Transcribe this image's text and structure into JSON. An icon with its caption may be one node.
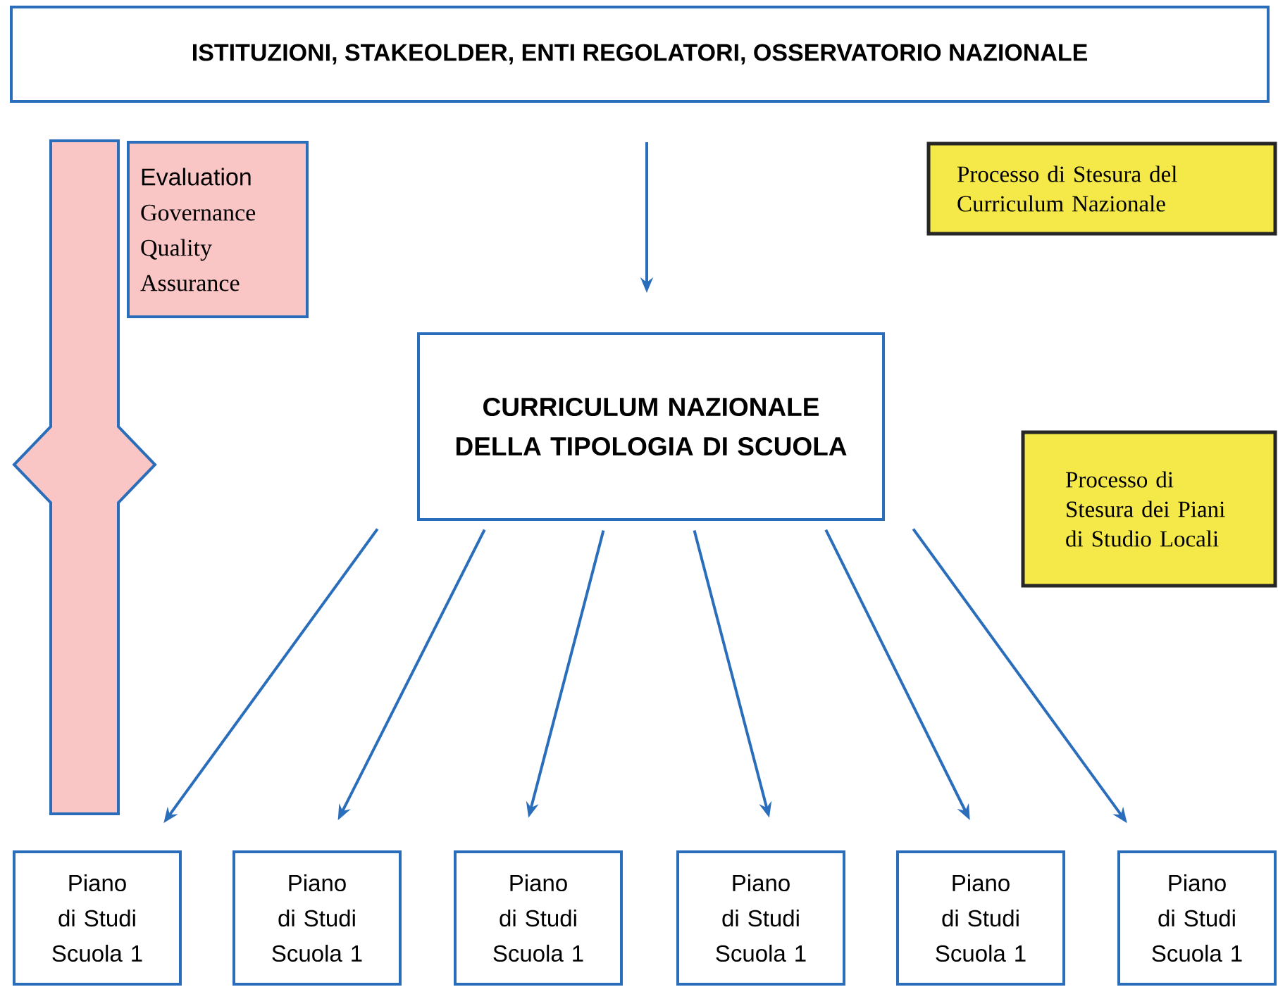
{
  "diagram": {
    "nodes": [
      {
        "text": [
          "ISTITUZIONI, STAKEOLDER, ENTI REGOLATORI, OSSERVATORIO NAZIONALE"
        ]
      },
      {
        "text": [
          "Evaluation",
          "Governance Quality Assurance"
        ]
      },
      {
        "text": [
          "Processo di Stesura del Curriculum Nazionale"
        ]
      },
      {
        "text": [
          "CURRICULUM NAZIONALE DELLA TIPOLOGIA DI SCUOLA"
        ]
      },
      {
        "text": [
          "Processo di Stesura dei Piani di Studio Locali"
        ]
      },
      {
        "text": [
          "Piano di Studi Scuola 1"
        ]
      },
      {
        "text": [
          "Piano di Studi Scuola 1"
        ]
      },
      {
        "text": [
          "Piano di Studi Scuola 1"
        ]
      },
      {
        "text": [
          "Piano di Studi Scuola 1"
        ]
      },
      {
        "text": [
          "Piano di Studi Scuola 1"
        ]
      },
      {
        "text": [
          "Piano di Studi Scuola 1"
        ]
      }
    ],
    "edges": [
      {
        "from": 0,
        "to": 3,
        "arrow": "to"
      },
      {
        "from": 3,
        "to": 5,
        "arrow": "to"
      },
      {
        "from": 3,
        "to": 6,
        "arrow": "to"
      },
      {
        "from": 3,
        "to": 7,
        "arrow": "to"
      },
      {
        "from": 3,
        "to": 8,
        "arrow": "to"
      },
      {
        "from": 3,
        "to": 9,
        "arrow": "to"
      },
      {
        "from": 3,
        "to": 10,
        "arrow": "to"
      }
    ]
  }
}
